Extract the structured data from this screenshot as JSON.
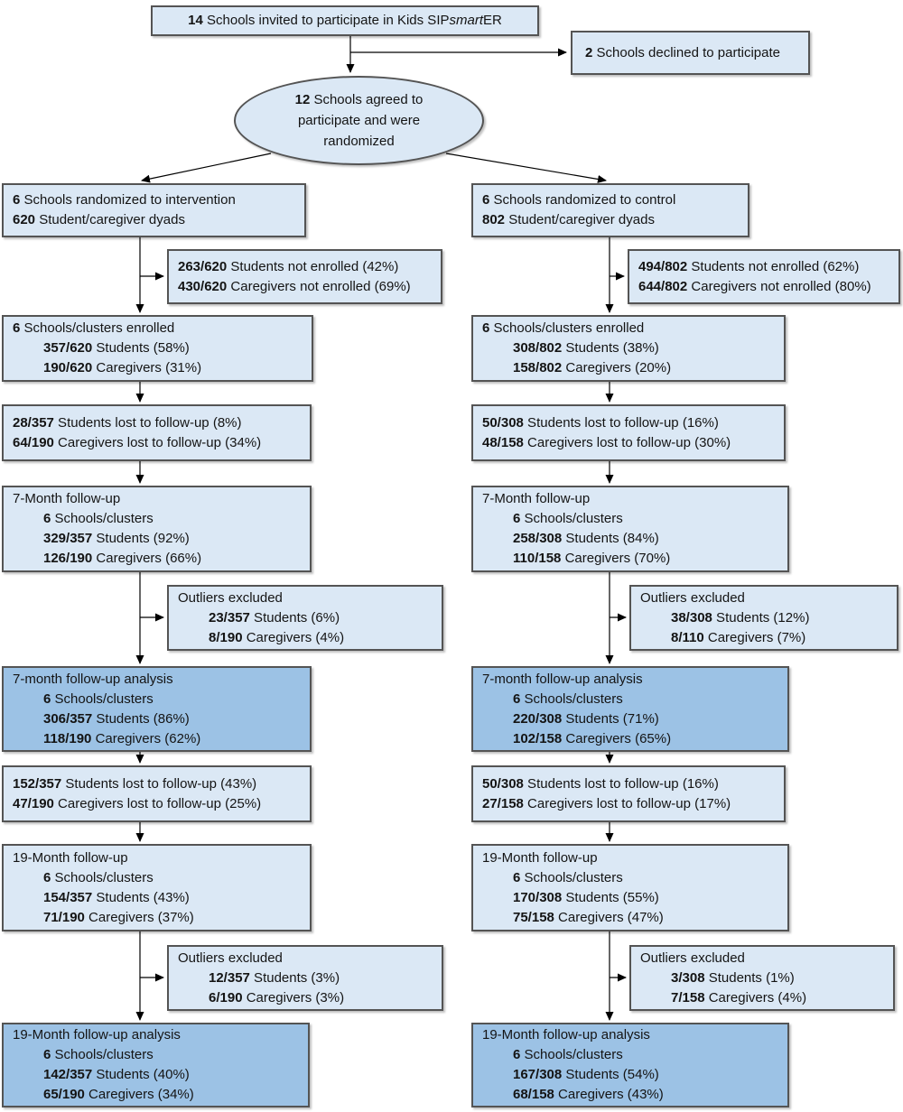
{
  "colors": {
    "box_light_fill": "#dbe8f5",
    "box_dark_fill": "#9cc2e5",
    "box_border": "#545454",
    "arrow": "#000000",
    "text": "#141414"
  },
  "diagram": {
    "invited": {
      "lines": [
        {
          "parts": [
            [
              "b",
              "14"
            ],
            [
              "t",
              " Schools invited to participate in Kids SIP"
            ],
            [
              "i",
              "smart"
            ],
            [
              "t",
              "ER"
            ]
          ]
        }
      ]
    },
    "declined": {
      "lines": [
        {
          "parts": [
            [
              "b",
              "2"
            ],
            [
              "t",
              " Schools declined to participate"
            ]
          ]
        }
      ]
    },
    "randomized": {
      "lines": [
        {
          "parts": [
            [
              "b",
              "12"
            ],
            [
              "t",
              " Schools agreed to"
            ]
          ]
        },
        {
          "parts": [
            [
              "t",
              "participate and were"
            ]
          ]
        },
        {
          "parts": [
            [
              "t",
              "randomized"
            ]
          ]
        }
      ]
    },
    "intervention": {
      "randomized": {
        "lines": [
          {
            "parts": [
              [
                "b",
                "6"
              ],
              [
                "t",
                " Schools randomized to intervention"
              ]
            ]
          },
          {
            "parts": [
              [
                "b",
                "620"
              ],
              [
                "t",
                " Student/caregiver dyads"
              ]
            ]
          }
        ]
      },
      "not_enrolled": {
        "lines": [
          {
            "parts": [
              [
                "b",
                "263/620"
              ],
              [
                "t",
                " Students not enrolled (42%)"
              ]
            ]
          },
          {
            "parts": [
              [
                "b",
                "430/620"
              ],
              [
                "t",
                " Caregivers not enrolled (69%)"
              ]
            ]
          }
        ]
      },
      "enrolled": {
        "lines": [
          {
            "parts": [
              [
                "b",
                "6"
              ],
              [
                "t",
                " Schools/clusters enrolled"
              ]
            ]
          },
          {
            "ind": 1,
            "parts": [
              [
                "b",
                "357/620"
              ],
              [
                "t",
                "  Students (58%)"
              ]
            ]
          },
          {
            "ind": 1,
            "parts": [
              [
                "b",
                "190/620"
              ],
              [
                "t",
                " Caregivers (31%)"
              ]
            ]
          }
        ]
      },
      "lost_7m": {
        "lines": [
          {
            "parts": [
              [
                "b",
                "28/357"
              ],
              [
                "t",
                " Students lost to follow-up (8%)"
              ]
            ]
          },
          {
            "parts": [
              [
                "b",
                "64/190"
              ],
              [
                "t",
                " Caregivers lost to follow-up (34%)"
              ]
            ]
          }
        ]
      },
      "followup_7m": {
        "lines": [
          {
            "parts": [
              [
                "t",
                "7-Month follow-up"
              ]
            ]
          },
          {
            "ind": 1,
            "parts": [
              [
                "b",
                "6"
              ],
              [
                "t",
                " Schools/clusters"
              ]
            ]
          },
          {
            "ind": 1,
            "parts": [
              [
                "b",
                "329/357"
              ],
              [
                "t",
                " Students (92%)"
              ]
            ]
          },
          {
            "ind": 1,
            "parts": [
              [
                "b",
                "126/190"
              ],
              [
                "t",
                " Caregivers (66%)"
              ]
            ]
          }
        ]
      },
      "outliers_7m": {
        "lines": [
          {
            "parts": [
              [
                "t",
                "Outliers excluded"
              ]
            ]
          },
          {
            "ind": 1,
            "parts": [
              [
                "b",
                "23/357"
              ],
              [
                "t",
                " Students (6%)"
              ]
            ]
          },
          {
            "ind": 1,
            "parts": [
              [
                "b",
                "8/190"
              ],
              [
                "t",
                " Caregivers (4%)"
              ]
            ]
          }
        ]
      },
      "analysis_7m": {
        "lines": [
          {
            "parts": [
              [
                "t",
                "7-month follow-up analysis"
              ]
            ]
          },
          {
            "ind": 1,
            "parts": [
              [
                "b",
                "6"
              ],
              [
                "t",
                " Schools/clusters"
              ]
            ]
          },
          {
            "ind": 1,
            "parts": [
              [
                "b",
                "306/357"
              ],
              [
                "t",
                " Students (86%)"
              ]
            ]
          },
          {
            "ind": 1,
            "parts": [
              [
                "b",
                "118/190"
              ],
              [
                "t",
                " Caregivers (62%)"
              ]
            ]
          }
        ]
      },
      "lost_19m": {
        "lines": [
          {
            "parts": [
              [
                "b",
                "152/357"
              ],
              [
                "t",
                " Students lost to follow-up (43%)"
              ]
            ]
          },
          {
            "parts": [
              [
                "b",
                "47/190"
              ],
              [
                "t",
                " Caregivers lost to follow-up (25%)"
              ]
            ]
          }
        ]
      },
      "followup_19m": {
        "lines": [
          {
            "parts": [
              [
                "t",
                "19-Month follow-up"
              ]
            ]
          },
          {
            "ind": 1,
            "parts": [
              [
                "b",
                "6"
              ],
              [
                "t",
                " Schools/clusters"
              ]
            ]
          },
          {
            "ind": 1,
            "parts": [
              [
                "b",
                "154/357"
              ],
              [
                "t",
                " Students (43%)"
              ]
            ]
          },
          {
            "ind": 1,
            "parts": [
              [
                "b",
                "71/190"
              ],
              [
                "t",
                " Caregivers (37%)"
              ]
            ]
          }
        ]
      },
      "outliers_19m": {
        "lines": [
          {
            "parts": [
              [
                "t",
                "Outliers excluded"
              ]
            ]
          },
          {
            "ind": 1,
            "parts": [
              [
                "b",
                "12/357"
              ],
              [
                "t",
                " Students (3%)"
              ]
            ]
          },
          {
            "ind": 1,
            "parts": [
              [
                "b",
                "6/190"
              ],
              [
                "t",
                " Caregivers (3%)"
              ]
            ]
          }
        ]
      },
      "analysis_19m": {
        "lines": [
          {
            "parts": [
              [
                "t",
                "19-Month follow-up analysis"
              ]
            ]
          },
          {
            "ind": 1,
            "parts": [
              [
                "b",
                "6"
              ],
              [
                "t",
                " Schools/clusters"
              ]
            ]
          },
          {
            "ind": 1,
            "parts": [
              [
                "b",
                "142/357"
              ],
              [
                "t",
                " Students (40%)"
              ]
            ]
          },
          {
            "ind": 1,
            "parts": [
              [
                "b",
                "65/190"
              ],
              [
                "t",
                " Caregivers (34%)"
              ]
            ]
          }
        ]
      }
    },
    "control": {
      "randomized": {
        "lines": [
          {
            "parts": [
              [
                "b",
                "6"
              ],
              [
                "t",
                " Schools randomized to control"
              ]
            ]
          },
          {
            "parts": [
              [
                "b",
                "802"
              ],
              [
                "t",
                " Student/caregiver dyads"
              ]
            ]
          }
        ]
      },
      "not_enrolled": {
        "lines": [
          {
            "parts": [
              [
                "b",
                "494/802"
              ],
              [
                "t",
                " Students not enrolled (62%)"
              ]
            ]
          },
          {
            "parts": [
              [
                "b",
                "644/802"
              ],
              [
                "t",
                " Caregivers not enrolled (80%)"
              ]
            ]
          }
        ]
      },
      "enrolled": {
        "lines": [
          {
            "parts": [
              [
                "b",
                "6"
              ],
              [
                "t",
                " Schools/clusters enrolled"
              ]
            ]
          },
          {
            "ind": 1,
            "parts": [
              [
                "b",
                "308/802"
              ],
              [
                "t",
                " Students (38%)"
              ]
            ]
          },
          {
            "ind": 1,
            "parts": [
              [
                "b",
                "158/802"
              ],
              [
                "t",
                " Caregivers (20%)"
              ]
            ]
          }
        ]
      },
      "lost_7m": {
        "lines": [
          {
            "parts": [
              [
                "b",
                "50/308"
              ],
              [
                "t",
                " Students lost to follow-up (16%)"
              ]
            ]
          },
          {
            "parts": [
              [
                "b",
                "48/158"
              ],
              [
                "t",
                " Caregivers lost to follow-up (30%)"
              ]
            ]
          }
        ]
      },
      "followup_7m": {
        "lines": [
          {
            "parts": [
              [
                "t",
                "7-Month follow-up"
              ]
            ]
          },
          {
            "ind": 1,
            "parts": [
              [
                "b",
                "6"
              ],
              [
                "t",
                " Schools/clusters"
              ]
            ]
          },
          {
            "ind": 1,
            "parts": [
              [
                "b",
                "258/308"
              ],
              [
                "t",
                " Students (84%)"
              ]
            ]
          },
          {
            "ind": 1,
            "parts": [
              [
                "b",
                "110/158"
              ],
              [
                "t",
                " Caregivers (70%)"
              ]
            ]
          }
        ]
      },
      "outliers_7m": {
        "lines": [
          {
            "parts": [
              [
                "t",
                "Outliers excluded"
              ]
            ]
          },
          {
            "ind": 1,
            "parts": [
              [
                "b",
                "38/308"
              ],
              [
                "t",
                " Students (12%)"
              ]
            ]
          },
          {
            "ind": 1,
            "parts": [
              [
                "b",
                "8/110"
              ],
              [
                "t",
                " Caregivers (7%)"
              ]
            ]
          }
        ]
      },
      "analysis_7m": {
        "lines": [
          {
            "parts": [
              [
                "t",
                "7-month follow-up analysis"
              ]
            ]
          },
          {
            "ind": 1,
            "parts": [
              [
                "b",
                "6"
              ],
              [
                "t",
                " Schools/clusters"
              ]
            ]
          },
          {
            "ind": 1,
            "parts": [
              [
                "b",
                "220/308"
              ],
              [
                "t",
                " Students (71%)"
              ]
            ]
          },
          {
            "ind": 1,
            "parts": [
              [
                "b",
                "102/158"
              ],
              [
                "t",
                " Caregivers (65%)"
              ]
            ]
          }
        ]
      },
      "lost_19m": {
        "lines": [
          {
            "parts": [
              [
                "b",
                "50/308"
              ],
              [
                "t",
                " Students lost to follow-up (16%)"
              ]
            ]
          },
          {
            "parts": [
              [
                "b",
                "27/158"
              ],
              [
                "t",
                " Caregivers lost to follow-up (17%)"
              ]
            ]
          }
        ]
      },
      "followup_19m": {
        "lines": [
          {
            "parts": [
              [
                "t",
                "19-Month follow-up"
              ]
            ]
          },
          {
            "ind": 1,
            "parts": [
              [
                "b",
                "6"
              ],
              [
                "t",
                " Schools/clusters"
              ]
            ]
          },
          {
            "ind": 1,
            "parts": [
              [
                "b",
                "170/308"
              ],
              [
                "t",
                " Students (55%)"
              ]
            ]
          },
          {
            "ind": 1,
            "parts": [
              [
                "b",
                "75/158"
              ],
              [
                "t",
                " Caregivers (47%)"
              ]
            ]
          }
        ]
      },
      "outliers_19m": {
        "lines": [
          {
            "parts": [
              [
                "t",
                "Outliers excluded"
              ]
            ]
          },
          {
            "ind": 1,
            "parts": [
              [
                "b",
                "3/308"
              ],
              [
                "t",
                " Students (1%)"
              ]
            ]
          },
          {
            "ind": 1,
            "parts": [
              [
                "b",
                "7/158"
              ],
              [
                "t",
                " Caregivers (4%)"
              ]
            ]
          }
        ]
      },
      "analysis_19m": {
        "lines": [
          {
            "parts": [
              [
                "t",
                "19-Month follow-up analysis"
              ]
            ]
          },
          {
            "ind": 1,
            "parts": [
              [
                "b",
                "6"
              ],
              [
                "t",
                " Schools/clusters"
              ]
            ]
          },
          {
            "ind": 1,
            "parts": [
              [
                "b",
                "167/308"
              ],
              [
                "t",
                " Students (54%)"
              ]
            ]
          },
          {
            "ind": 1,
            "parts": [
              [
                "b",
                "68/158"
              ],
              [
                "t",
                " Caregivers (43%)"
              ]
            ]
          }
        ]
      }
    }
  }
}
